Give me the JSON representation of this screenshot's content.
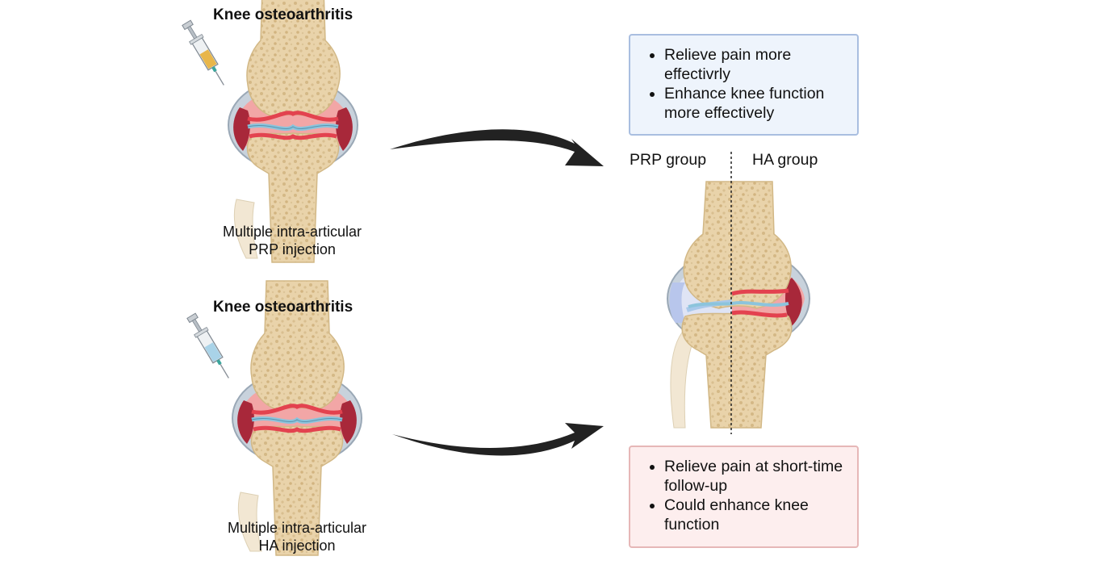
{
  "top_panel": {
    "title": "Knee osteoarthritis",
    "caption_line1": "Multiple intra-articular",
    "caption_line2": "PRP injection",
    "syringe_color": "#e8b64a"
  },
  "bottom_panel": {
    "title": "Knee osteoarthritis",
    "caption_line1": "Multiple intra-articular",
    "caption_line2": "HA injection",
    "syringe_color": "#a9d3e8"
  },
  "comparison": {
    "left_label": "PRP group",
    "right_label": "HA group"
  },
  "prp_outcomes": {
    "items": [
      "Relieve pain more effectivrly",
      "Enhance knee function more effectively"
    ],
    "bg_color": "#eef4fc",
    "border_color": "#a9bee0"
  },
  "ha_outcomes": {
    "items": [
      "Relieve pain at short-time follow-up",
      "Could enhance knee function"
    ],
    "bg_color": "#fdeeee",
    "border_color": "#e6b7b7"
  },
  "icons": {
    "syringe": "syringe-icon",
    "knee": "knee-joint-icon",
    "arrow": "curved-arrow-icon"
  }
}
